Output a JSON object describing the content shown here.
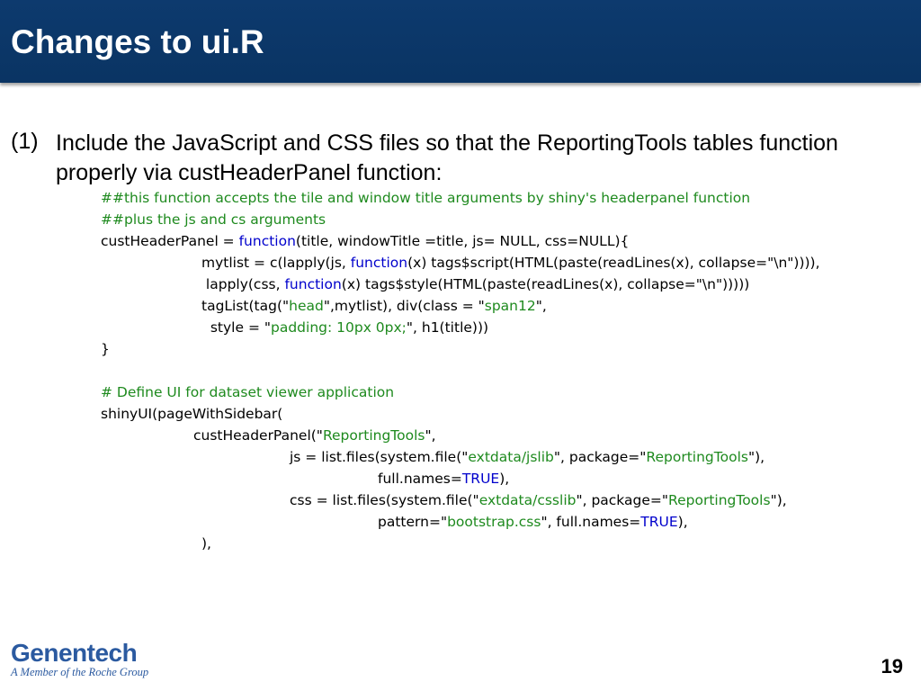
{
  "slide": {
    "title": "Changes to ui.R",
    "bullet_number": "(1)",
    "bullet_text": "Include the JavaScript and CSS files so that the ReportingTools tables function properly via custHeaderPanel function:",
    "page_number": "19"
  },
  "logo": {
    "name": "Genentech",
    "tagline": "A Member of the Roche Group"
  },
  "code": {
    "l1": "##this function accepts the tile and window title arguments by shiny's headerpanel function",
    "l2": "##plus the js and cs arguments",
    "l3a": "custHeaderPanel = ",
    "l3b": "function",
    "l3c": "(title, windowTitle =title, js= NULL, css=NULL){",
    "l4a": "mytlist = c(lapply(js, ",
    "l4b": "function",
    "l4c": "(x) tags$script(HTML(paste(readLines(x), collapse=\"\\n\")))),",
    "l5a": " lapply(css, ",
    "l5b": "function",
    "l5c": "(x) tags$style(HTML(paste(readLines(x), collapse=\"\\n\")))))",
    "l6a": "tagList(tag(\"",
    "l6b": "head",
    "l6c": "\",mytlist), div(class = \"",
    "l6d": "span12",
    "l6e": "\",",
    "l7a": "  style = \"",
    "l7b": "padding: 10px 0px;",
    "l7c": "\", h1(title)))",
    "l8": "}",
    "l9": "# Define UI for dataset viewer application",
    "l10": "shinyUI(pageWithSidebar(",
    "l11a": "custHeaderPanel(\"",
    "l11b": "ReportingTools",
    "l11c": "\",",
    "l12a": "js = list.files(system.file(\"",
    "l12b": "extdata/jslib",
    "l12c": "\", package=\"",
    "l12d": "ReportingTools",
    "l12e": "\"),",
    "l13a": "full.names=",
    "l13b": "TRUE",
    "l13c": "),",
    "l14a": "css = list.files(system.file(\"",
    "l14b": "extdata/csslib",
    "l14c": "\", package=\"",
    "l14d": "ReportingTools",
    "l14e": "\"),",
    "l15a": "pattern=\"",
    "l15b": "bootstrap.css",
    "l15c": "\", full.names=",
    "l15d": "TRUE",
    "l15e": "),",
    "l16": "),"
  },
  "colors": {
    "title_bar": "#0d3a6e",
    "comment_green": "#1e8a1e",
    "keyword_blue": "#0000cc",
    "logo_blue": "#2b5aa0"
  }
}
